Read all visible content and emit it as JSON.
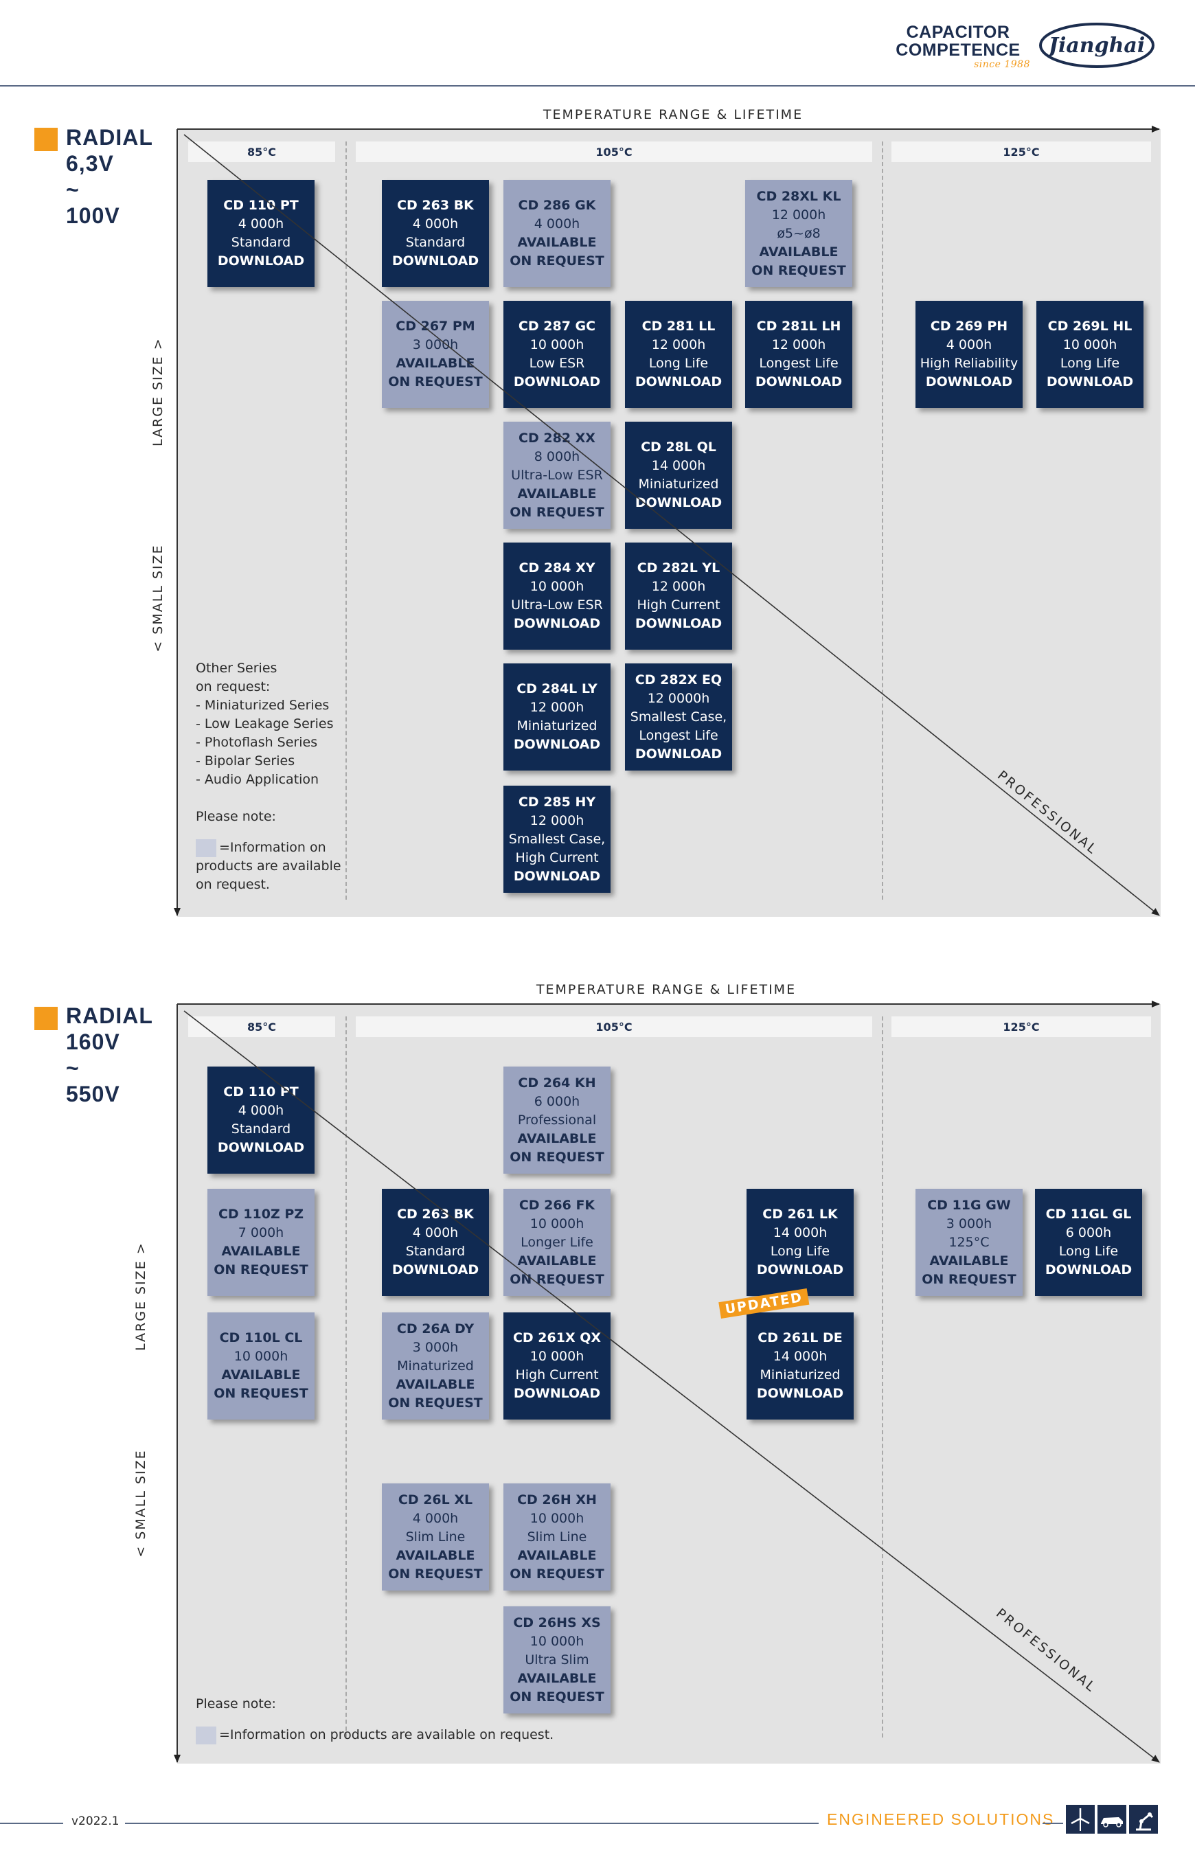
{
  "brand": {
    "line1": "CAPACITOR",
    "line2": "COMPETENCE",
    "since": "since 1988",
    "logo_text": "Jianghai"
  },
  "common": {
    "temp_title": "TEMPERATURE RANGE & LIFETIME",
    "t85": "85°C",
    "t105": "105°C",
    "t125": "125°C",
    "large_size": "LARGE SIZE >",
    "small_size": "< SMALL SIZE",
    "professional": "PROFESSIONAL"
  },
  "sec1": {
    "radial": [
      "RADIAL",
      "6,3V",
      "~",
      "100V"
    ],
    "boxes": [
      {
        "name": "CD 110 PT",
        "lines": [
          "4 000h",
          "Standard"
        ],
        "action": "DOWNLOAD",
        "kind": "dark"
      },
      {
        "name": "CD 263 BK",
        "lines": [
          "4 000h",
          "Standard"
        ],
        "action": "DOWNLOAD",
        "kind": "dark"
      },
      {
        "name": "CD 286 GK",
        "lines": [
          "4 000h"
        ],
        "action": "AVAILABLE ON REQUEST",
        "kind": "light"
      },
      {
        "name": "CD 28XL KL",
        "lines": [
          "12 000h",
          "ø5~ø8"
        ],
        "action": "AVAILABLE ON REQUEST",
        "kind": "light"
      },
      {
        "name": "CD 267 PM",
        "lines": [
          "3 000h"
        ],
        "action": "AVAILABLE ON REQUEST",
        "kind": "light"
      },
      {
        "name": "CD 287 GC",
        "lines": [
          "10 000h",
          "Low ESR"
        ],
        "action": "DOWNLOAD",
        "kind": "dark"
      },
      {
        "name": "CD 281 LL",
        "lines": [
          "12 000h",
          "Long Life"
        ],
        "action": "DOWNLOAD",
        "kind": "dark"
      },
      {
        "name": "CD 281L LH",
        "lines": [
          "12 000h",
          "Longest Life"
        ],
        "action": "DOWNLOAD",
        "kind": "dark"
      },
      {
        "name": "CD 269 PH",
        "lines": [
          "4 000h",
          "High Reliability"
        ],
        "action": "DOWNLOAD",
        "kind": "dark"
      },
      {
        "name": "CD 269L HL",
        "lines": [
          "10 000h",
          "Long Life"
        ],
        "action": "DOWNLOAD",
        "kind": "dark"
      },
      {
        "name": "CD 282 XX",
        "lines": [
          "8 000h",
          "Ultra-Low ESR"
        ],
        "action": "AVAILABLE ON REQUEST",
        "kind": "light"
      },
      {
        "name": "CD 28L QL",
        "lines": [
          "14 000h",
          "Miniaturized"
        ],
        "action": "DOWNLOAD",
        "kind": "dark"
      },
      {
        "name": "CD 284 XY",
        "lines": [
          "10 000h",
          "Ultra-Low ESR"
        ],
        "action": "DOWNLOAD",
        "kind": "dark"
      },
      {
        "name": "CD 282L YL",
        "lines": [
          "12 000h",
          "High Current"
        ],
        "action": "DOWNLOAD",
        "kind": "dark"
      },
      {
        "name": "CD 284L LY",
        "lines": [
          "12 000h",
          "Miniaturized"
        ],
        "action": "DOWNLOAD",
        "kind": "dark"
      },
      {
        "name": "CD 282X EQ",
        "lines": [
          "12 0000h",
          "Smallest Case,",
          "Longest Life"
        ],
        "action": "DOWNLOAD",
        "kind": "dark"
      },
      {
        "name": "CD 285 HY",
        "lines": [
          "12 000h",
          "Smallest Case,",
          "High Current"
        ],
        "action": "DOWNLOAD",
        "kind": "dark"
      }
    ],
    "notes": {
      "other": [
        "Other Series",
        "on request:",
        "- Miniaturized Series",
        "- Low Leakage Series",
        "- Photoflash Series",
        "- Bipolar Series",
        "- Audio Application"
      ],
      "please": "Please note:",
      "info1": "=Information on",
      "info2": "products are available",
      "info3": "on request."
    }
  },
  "sec2": {
    "radial": [
      "RADIAL",
      "160V",
      "~",
      "550V"
    ],
    "boxes": [
      {
        "name": "CD 110 PT",
        "lines": [
          "4 000h",
          "Standard"
        ],
        "action": "DOWNLOAD",
        "kind": "dark"
      },
      {
        "name": "CD 264 KH",
        "lines": [
          "6 000h",
          "Professional"
        ],
        "action": "AVAILABLE ON REQUEST",
        "kind": "light"
      },
      {
        "name": "CD 110Z PZ",
        "lines": [
          "7 000h"
        ],
        "action": "AVAILABLE ON REQUEST",
        "kind": "light"
      },
      {
        "name": "CD 263 BK",
        "lines": [
          "4 000h",
          "Standard"
        ],
        "action": "DOWNLOAD",
        "kind": "dark"
      },
      {
        "name": "CD 266 FK",
        "lines": [
          "10 000h",
          "Longer Life"
        ],
        "action": "AVAILABLE ON REQUEST",
        "kind": "light"
      },
      {
        "name": "CD 261 LK",
        "lines": [
          "14 000h",
          "Long Life"
        ],
        "action": "DOWNLOAD",
        "kind": "dark"
      },
      {
        "name": "CD 11G GW",
        "lines": [
          "3 000h",
          "125°C"
        ],
        "action": "AVAILABLE ON REQUEST",
        "kind": "light"
      },
      {
        "name": "CD 11GL GL",
        "lines": [
          "6 000h",
          "Long Life"
        ],
        "action": "DOWNLOAD",
        "kind": "dark"
      },
      {
        "name": "CD 110L CL",
        "lines": [
          "10 000h"
        ],
        "action": "AVAILABLE ON REQUEST",
        "kind": "light"
      },
      {
        "name": "CD 26A DY",
        "lines": [
          "3 000h",
          "Minaturized"
        ],
        "action": "AVAILABLE ON REQUEST",
        "kind": "light"
      },
      {
        "name": "CD 261X QX",
        "lines": [
          "10 000h",
          "High Current"
        ],
        "action": "DOWNLOAD",
        "kind": "dark"
      },
      {
        "name": "CD 261L DE",
        "lines": [
          "14 000h",
          "Miniaturized"
        ],
        "action": "DOWNLOAD",
        "kind": "dark"
      },
      {
        "name": "CD 26L XL",
        "lines": [
          "4 000h",
          "Slim Line"
        ],
        "action": "AVAILABLE ON REQUEST",
        "kind": "light"
      },
      {
        "name": "CD 26H XH",
        "lines": [
          "10 000h",
          "Slim Line"
        ],
        "action": "AVAILABLE ON REQUEST",
        "kind": "light"
      },
      {
        "name": "CD 26HS XS",
        "lines": [
          "10 000h",
          "Ultra Slim"
        ],
        "action": "AVAILABLE ON REQUEST",
        "kind": "light"
      }
    ],
    "badge": "UPDATED",
    "notes": {
      "please": "Please note:",
      "info": "=Information on products are available on request."
    }
  },
  "footer": {
    "version": "v2022.1",
    "tagline": "ENGINEERED SOLUTIONS",
    "icons": [
      "wind-turbine-icon",
      "car-icon",
      "robot-arm-icon"
    ]
  },
  "colors": {
    "navy": "#102a52",
    "light_box": "#9aa3bf",
    "accent": "#f39b1c",
    "panel": "#e3e3e3"
  }
}
